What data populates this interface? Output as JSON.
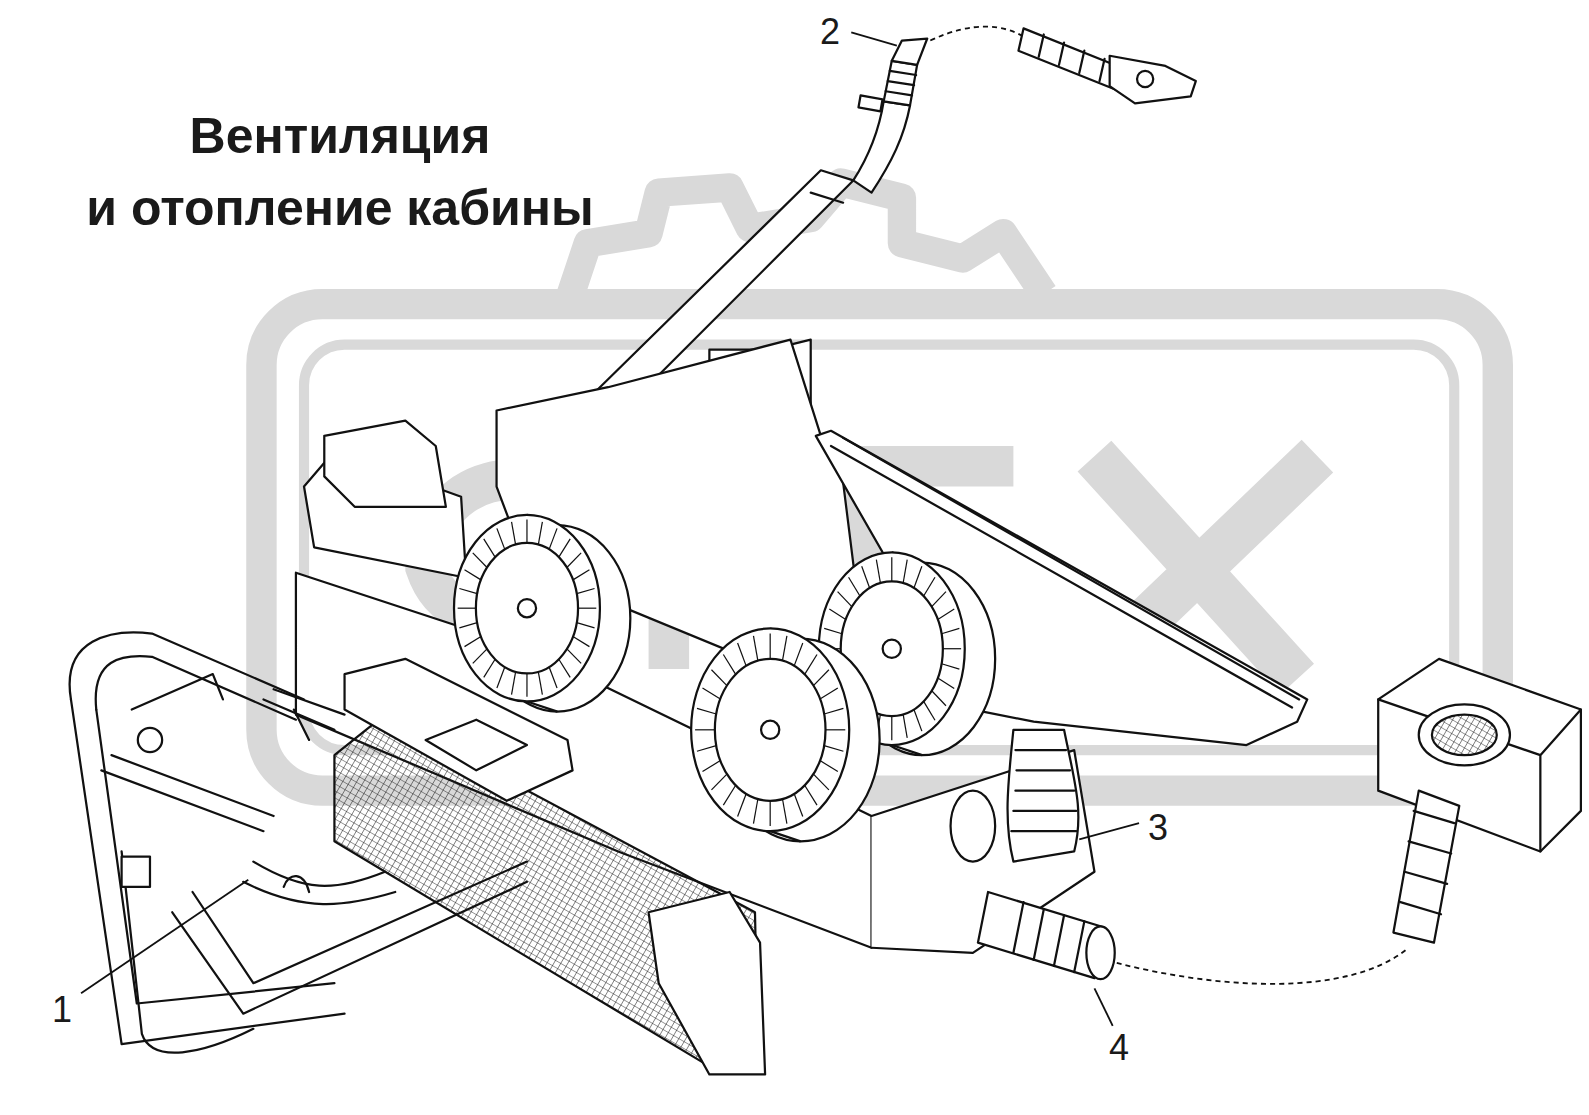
{
  "diagram": {
    "title": "Вентиляция и отопление кабины",
    "labels": [
      "1",
      "2",
      "3",
      "4"
    ]
  }
}
